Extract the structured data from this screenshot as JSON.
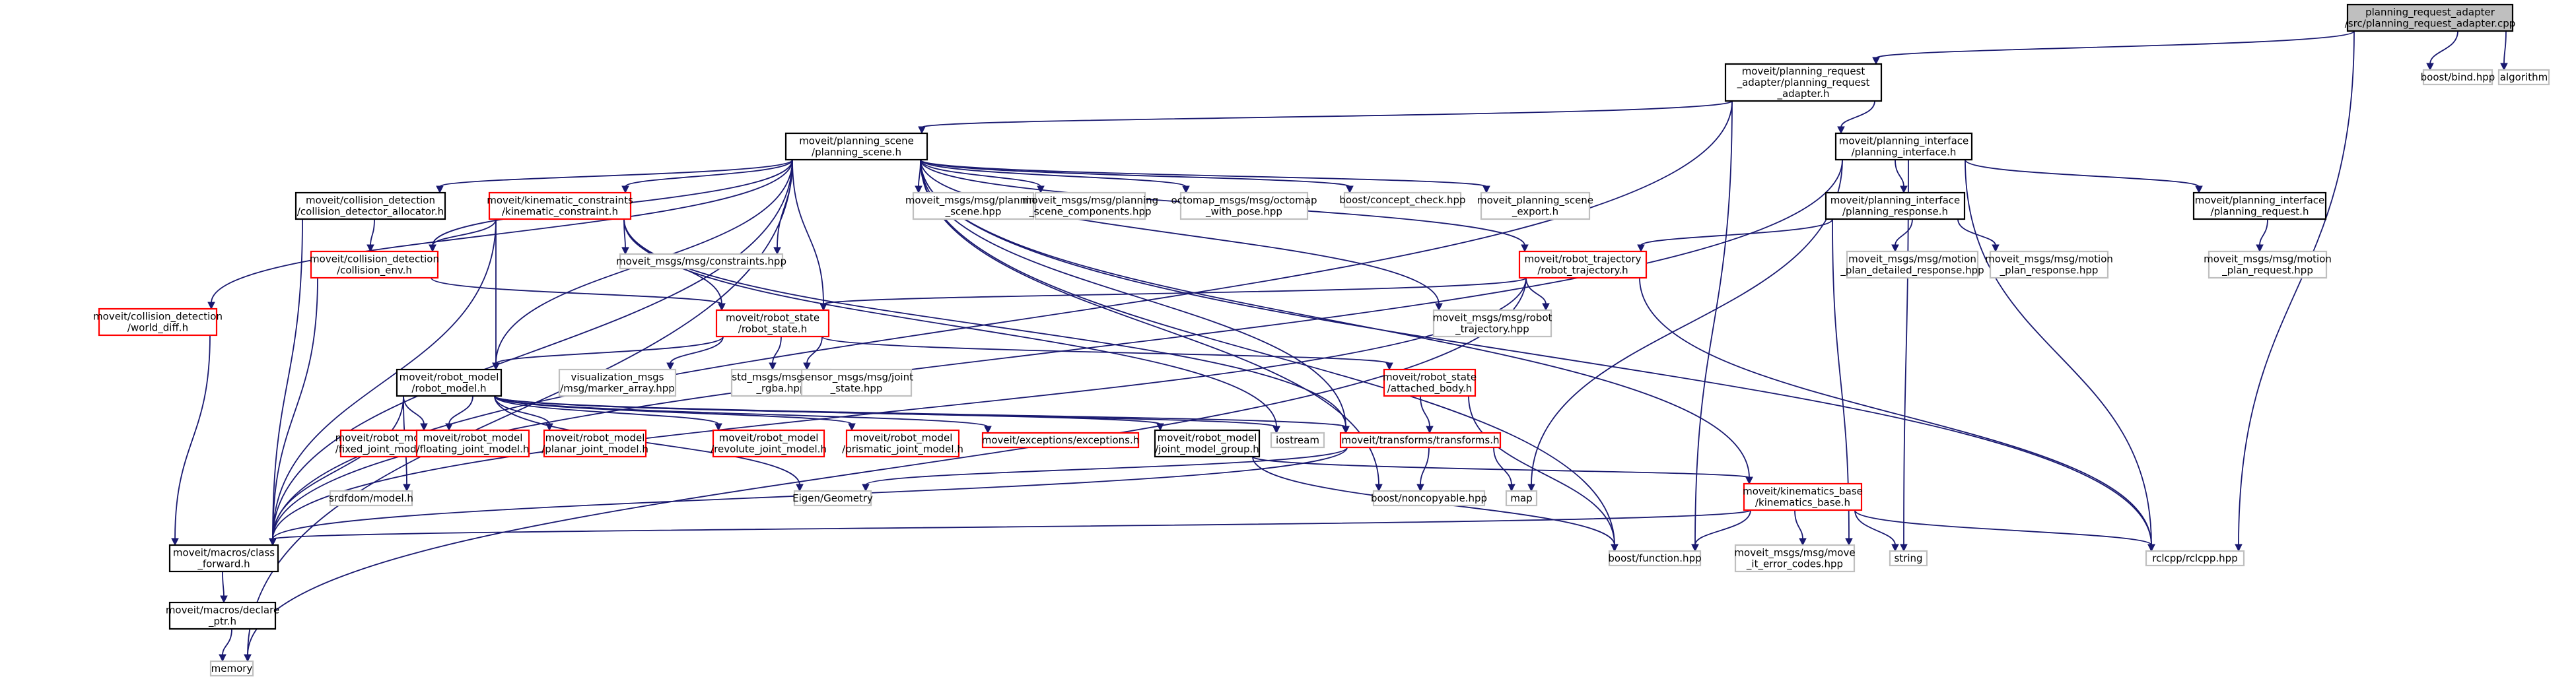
{
  "colors": {
    "root_fill": "#bfbfbf",
    "normal_border": "#000000",
    "missing_border": "#bfbfbf",
    "red_border": "#ff0000",
    "edge": "#191970"
  },
  "nodes": [
    {
      "id": "root",
      "lines": [
        "planning_request_adapter",
        "/src/planning_request_adapter.cpp"
      ],
      "style": "root"
    },
    {
      "id": "pra_h",
      "lines": [
        "moveit/planning_request",
        "_adapter/planning_request",
        "_adapter.h"
      ],
      "style": "normal"
    },
    {
      "id": "boost_bind",
      "lines": [
        "boost/bind.hpp"
      ],
      "style": "missing"
    },
    {
      "id": "algorithm",
      "lines": [
        "algorithm"
      ],
      "style": "missing"
    },
    {
      "id": "ps_h",
      "lines": [
        "moveit/planning_scene",
        "/planning_scene.h"
      ],
      "style": "normal"
    },
    {
      "id": "pi_h",
      "lines": [
        "moveit/planning_interface",
        "/planning_interface.h"
      ],
      "style": "normal"
    },
    {
      "id": "cda_h",
      "lines": [
        "moveit/collision_detection",
        "/collision_detector_allocator.h"
      ],
      "style": "normal"
    },
    {
      "id": "kc_h",
      "lines": [
        "moveit/kinematic_constraints",
        "/kinematic_constraint.h"
      ],
      "style": "red"
    },
    {
      "id": "mm_ps",
      "lines": [
        "moveit_msgs/msg/planning",
        "_scene.hpp"
      ],
      "style": "missing"
    },
    {
      "id": "mm_psc",
      "lines": [
        "moveit_msgs/msg/planning",
        "_scene_components.hpp"
      ],
      "style": "missing"
    },
    {
      "id": "octomap",
      "lines": [
        "octomap_msgs/msg/octomap",
        "_with_pose.hpp"
      ],
      "style": "missing"
    },
    {
      "id": "concept",
      "lines": [
        "boost/concept_check.hpp"
      ],
      "style": "missing"
    },
    {
      "id": "ps_export",
      "lines": [
        "moveit_planning_scene",
        "_export.h"
      ],
      "style": "missing"
    },
    {
      "id": "pr_h",
      "lines": [
        "moveit/planning_interface",
        "/planning_response.h"
      ],
      "style": "normal"
    },
    {
      "id": "preq_h",
      "lines": [
        "moveit/planning_interface",
        "/planning_request.h"
      ],
      "style": "normal"
    },
    {
      "id": "mm_mpreq",
      "lines": [
        "moveit_msgs/msg/motion",
        "_plan_request.hpp"
      ],
      "style": "missing"
    },
    {
      "id": "cenv_h",
      "lines": [
        "moveit/collision_detection",
        "/collision_env.h"
      ],
      "style": "red"
    },
    {
      "id": "mm_constraints",
      "lines": [
        "moveit_msgs/msg/constraints.hpp"
      ],
      "style": "missing"
    },
    {
      "id": "rt_h",
      "lines": [
        "moveit/robot_trajectory",
        "/robot_trajectory.h"
      ],
      "style": "red"
    },
    {
      "id": "mm_mpdr",
      "lines": [
        "moveit_msgs/msg/motion",
        "_plan_detailed_response.hpp"
      ],
      "style": "missing"
    },
    {
      "id": "mm_mpr",
      "lines": [
        "moveit_msgs/msg/motion",
        "_plan_response.hpp"
      ],
      "style": "missing"
    },
    {
      "id": "wd_h",
      "lines": [
        "moveit/collision_detection",
        "/world_diff.h"
      ],
      "style": "red"
    },
    {
      "id": "rs_h",
      "lines": [
        "moveit/robot_state",
        "/robot_state.h"
      ],
      "style": "red"
    },
    {
      "id": "mm_rt",
      "lines": [
        "moveit_msgs/msg/robot",
        "_trajectory.hpp"
      ],
      "style": "missing"
    },
    {
      "id": "rm_h",
      "lines": [
        "moveit/robot_model",
        "/robot_model.h"
      ],
      "style": "normal"
    },
    {
      "id": "vis",
      "lines": [
        "visualization_msgs",
        "/msg/marker_array.hpp"
      ],
      "style": "missing"
    },
    {
      "id": "std_color",
      "lines": [
        "std_msgs/msg/color",
        "_rgba.hpp"
      ],
      "style": "missing"
    },
    {
      "id": "sensor_js",
      "lines": [
        "sensor_msgs/msg/joint",
        "_state.hpp"
      ],
      "style": "missing"
    },
    {
      "id": "ab_h",
      "lines": [
        "moveit/robot_state",
        "/attached_body.h"
      ],
      "style": "red"
    },
    {
      "id": "fixed",
      "lines": [
        "moveit/robot_model",
        "/fixed_joint_model.h"
      ],
      "style": "red"
    },
    {
      "id": "floating",
      "lines": [
        "moveit/robot_model",
        "/floating_joint_model.h"
      ],
      "style": "red"
    },
    {
      "id": "planar",
      "lines": [
        "moveit/robot_model",
        "/planar_joint_model.h"
      ],
      "style": "red"
    },
    {
      "id": "revolute",
      "lines": [
        "moveit/robot_model",
        "/revolute_joint_model.h"
      ],
      "style": "red"
    },
    {
      "id": "prismatic",
      "lines": [
        "moveit/robot_model",
        "/prismatic_joint_model.h"
      ],
      "style": "red"
    },
    {
      "id": "exceptions",
      "lines": [
        "moveit/exceptions/exceptions.h"
      ],
      "style": "red"
    },
    {
      "id": "jmg_h",
      "lines": [
        "moveit/robot_model",
        "/joint_model_group.h"
      ],
      "style": "normal"
    },
    {
      "id": "iostream",
      "lines": [
        "iostream"
      ],
      "style": "missing"
    },
    {
      "id": "transforms",
      "lines": [
        "moveit/transforms/transforms.h"
      ],
      "style": "red"
    },
    {
      "id": "srdfdom",
      "lines": [
        "srdfdom/model.h"
      ],
      "style": "missing"
    },
    {
      "id": "eigen",
      "lines": [
        "Eigen/Geometry"
      ],
      "style": "missing"
    },
    {
      "id": "noncopyable",
      "lines": [
        "boost/noncopyable.hpp"
      ],
      "style": "missing"
    },
    {
      "id": "map",
      "lines": [
        "map"
      ],
      "style": "missing"
    },
    {
      "id": "kb_h",
      "lines": [
        "moveit/kinematics_base",
        "/kinematics_base.h"
      ],
      "style": "red"
    },
    {
      "id": "class_fwd",
      "lines": [
        "moveit/macros/class",
        "_forward.h"
      ],
      "style": "normal"
    },
    {
      "id": "bfunc",
      "lines": [
        "boost/function.hpp"
      ],
      "style": "missing"
    },
    {
      "id": "mm_mec",
      "lines": [
        "moveit_msgs/msg/move",
        "_it_error_codes.hpp"
      ],
      "style": "missing"
    },
    {
      "id": "string",
      "lines": [
        "string"
      ],
      "style": "missing"
    },
    {
      "id": "rclcpp",
      "lines": [
        "rclcpp/rclcpp.hpp"
      ],
      "style": "missing"
    },
    {
      "id": "declare_ptr",
      "lines": [
        "moveit/macros/declare",
        "_ptr.h"
      ],
      "style": "normal"
    },
    {
      "id": "memory",
      "lines": [
        "memory"
      ],
      "style": "missing"
    }
  ],
  "edges": [
    [
      "root",
      "pra_h"
    ],
    [
      "root",
      "boost_bind"
    ],
    [
      "root",
      "algorithm"
    ],
    [
      "root",
      "rclcpp"
    ],
    [
      "pra_h",
      "ps_h"
    ],
    [
      "pra_h",
      "pi_h"
    ],
    [
      "pra_h",
      "class_fwd"
    ],
    [
      "pra_h",
      "bfunc"
    ],
    [
      "ps_h",
      "cda_h"
    ],
    [
      "ps_h",
      "kc_h"
    ],
    [
      "ps_h",
      "mm_ps"
    ],
    [
      "ps_h",
      "mm_psc"
    ],
    [
      "ps_h",
      "octomap"
    ],
    [
      "ps_h",
      "concept"
    ],
    [
      "ps_h",
      "ps_export"
    ],
    [
      "ps_h",
      "cenv_h"
    ],
    [
      "ps_h",
      "mm_constraints"
    ],
    [
      "ps_h",
      "rt_h"
    ],
    [
      "ps_h",
      "wd_h"
    ],
    [
      "ps_h",
      "rs_h"
    ],
    [
      "ps_h",
      "mm_rt"
    ],
    [
      "ps_h",
      "rm_h"
    ],
    [
      "ps_h",
      "transforms"
    ],
    [
      "ps_h",
      "noncopyable"
    ],
    [
      "ps_h",
      "kb_h"
    ],
    [
      "ps_h",
      "class_fwd"
    ],
    [
      "ps_h",
      "bfunc"
    ],
    [
      "ps_h",
      "rclcpp"
    ],
    [
      "ps_h",
      "memory"
    ],
    [
      "pi_h",
      "pr_h"
    ],
    [
      "pi_h",
      "preq_h"
    ],
    [
      "pi_h",
      "class_fwd"
    ],
    [
      "pi_h",
      "map"
    ],
    [
      "pi_h",
      "string"
    ],
    [
      "pi_h",
      "rclcpp"
    ],
    [
      "cda_h",
      "cenv_h"
    ],
    [
      "cda_h",
      "class_fwd"
    ],
    [
      "kc_h",
      "cenv_h"
    ],
    [
      "kc_h",
      "mm_constraints"
    ],
    [
      "kc_h",
      "rs_h"
    ],
    [
      "kc_h",
      "rm_h"
    ],
    [
      "kc_h",
      "transforms"
    ],
    [
      "kc_h",
      "class_fwd"
    ],
    [
      "kc_h",
      "iostream"
    ],
    [
      "pr_h",
      "rt_h"
    ],
    [
      "pr_h",
      "mm_mpdr"
    ],
    [
      "pr_h",
      "mm_mpr"
    ],
    [
      "pr_h",
      "mm_mec"
    ],
    [
      "preq_h",
      "mm_mpreq"
    ],
    [
      "cenv_h",
      "rs_h"
    ],
    [
      "cenv_h",
      "class_fwd"
    ],
    [
      "rt_h",
      "rs_h"
    ],
    [
      "rt_h",
      "mm_rt"
    ],
    [
      "rt_h",
      "class_fwd"
    ],
    [
      "rt_h",
      "rclcpp"
    ],
    [
      "rt_h",
      "memory"
    ],
    [
      "wd_h",
      "class_fwd"
    ],
    [
      "rs_h",
      "rm_h"
    ],
    [
      "rs_h",
      "vis"
    ],
    [
      "rs_h",
      "std_color"
    ],
    [
      "rs_h",
      "sensor_js"
    ],
    [
      "rs_h",
      "ab_h"
    ],
    [
      "rm_h",
      "fixed"
    ],
    [
      "rm_h",
      "floating"
    ],
    [
      "rm_h",
      "planar"
    ],
    [
      "rm_h",
      "revolute"
    ],
    [
      "rm_h",
      "prismatic"
    ],
    [
      "rm_h",
      "exceptions"
    ],
    [
      "rm_h",
      "jmg_h"
    ],
    [
      "rm_h",
      "iostream"
    ],
    [
      "rm_h",
      "transforms"
    ],
    [
      "rm_h",
      "srdfdom"
    ],
    [
      "rm_h",
      "eigen"
    ],
    [
      "rm_h",
      "class_fwd"
    ],
    [
      "ab_h",
      "transforms"
    ],
    [
      "ab_h",
      "bfunc"
    ],
    [
      "jmg_h",
      "kb_h"
    ],
    [
      "jmg_h",
      "bfunc"
    ],
    [
      "transforms",
      "noncopyable"
    ],
    [
      "transforms",
      "map"
    ],
    [
      "transforms",
      "eigen"
    ],
    [
      "transforms",
      "class_fwd"
    ],
    [
      "kb_h",
      "class_fwd"
    ],
    [
      "kb_h",
      "bfunc"
    ],
    [
      "kb_h",
      "mm_mec"
    ],
    [
      "kb_h",
      "string"
    ],
    [
      "kb_h",
      "rclcpp"
    ],
    [
      "class_fwd",
      "declare_ptr"
    ],
    [
      "declare_ptr",
      "memory"
    ]
  ]
}
